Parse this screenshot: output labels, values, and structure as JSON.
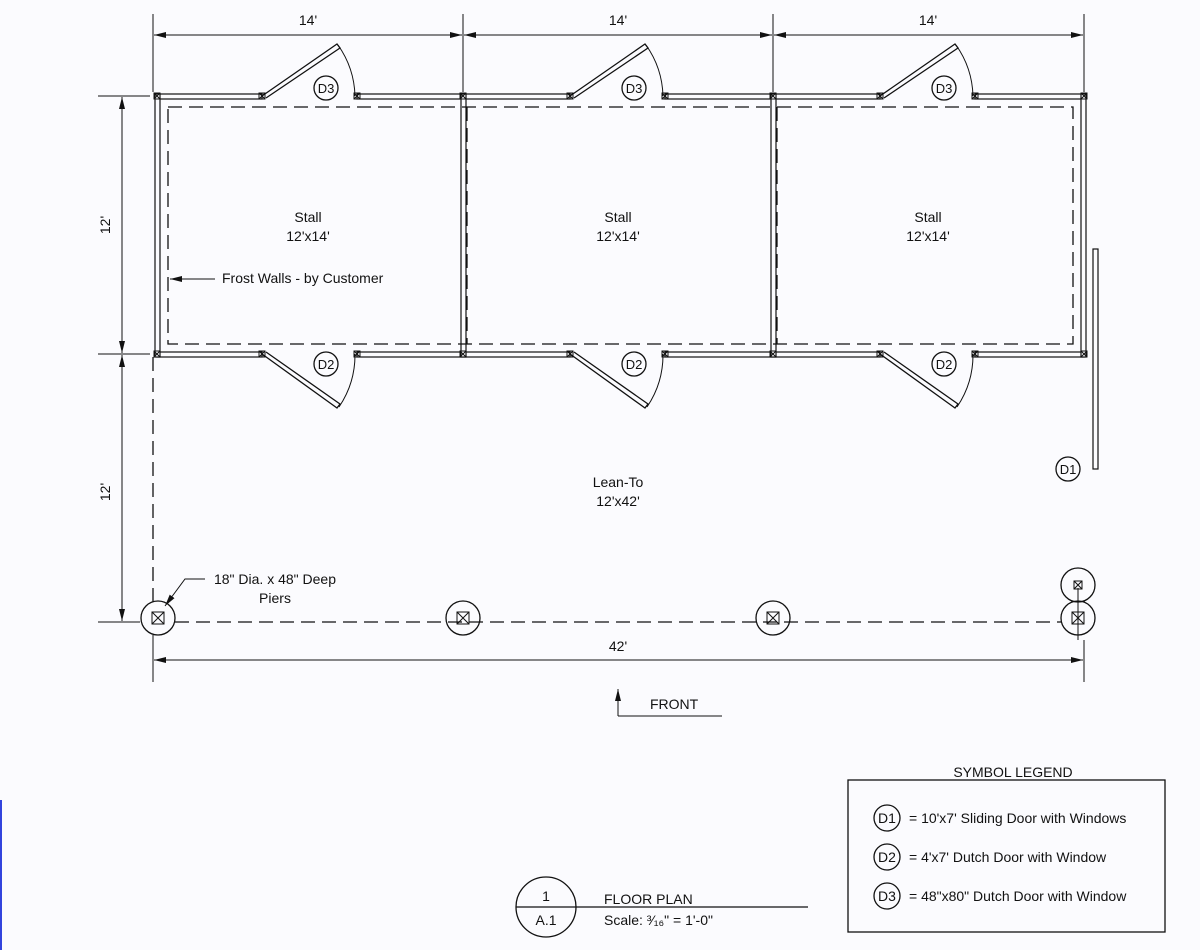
{
  "dimensions": {
    "stall_width": "14'",
    "stall_depth": "12'",
    "leanto_depth": "12'",
    "total_length": "42'"
  },
  "rooms": {
    "stalls": [
      {
        "name": "Stall",
        "size": "12'x14'"
      },
      {
        "name": "Stall",
        "size": "12'x14'"
      },
      {
        "name": "Stall",
        "size": "12'x14'"
      }
    ],
    "leanto": {
      "name": "Lean-To",
      "size": "12'x42'"
    }
  },
  "annotations": {
    "frost_walls": "Frost Walls - by Customer",
    "piers_line1": "18\" Dia. x 48\" Deep",
    "piers_line2": "Piers",
    "front": "FRONT"
  },
  "door_tags": {
    "d1": "D1",
    "d2": "D2",
    "d3": "D3"
  },
  "legend": {
    "title": "SYMBOL LEGEND",
    "items": [
      {
        "tag": "D1",
        "text": "= 10'x7' Sliding Door with Windows"
      },
      {
        "tag": "D2",
        "text": "= 4'x7' Dutch Door with Window"
      },
      {
        "tag": "D3",
        "text": "= 48\"x80\" Dutch Door with Window"
      }
    ]
  },
  "title_block": {
    "number": "1",
    "sheet": "A.1",
    "title": "FLOOR PLAN",
    "scale": "Scale: ³⁄₁₆\" = 1'-0\""
  }
}
